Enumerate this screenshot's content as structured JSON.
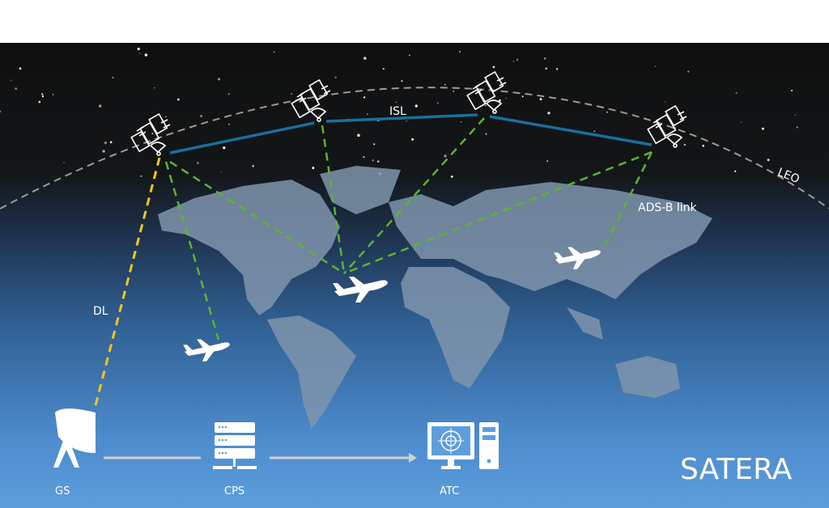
{
  "labels": {
    "isl": "ISL",
    "leo": "LEO",
    "adsb": "ADS-B link",
    "dl": "DL",
    "gs": "GS",
    "cps": "CPS",
    "atc": "ATC",
    "brand": "SATERA"
  },
  "colors": {
    "isl_link": "#1b6f9c",
    "adsb_link": "#5cb531",
    "downlink": "#f5c518",
    "orbit": "#9a9a9a",
    "continents": "#7f95ad"
  }
}
